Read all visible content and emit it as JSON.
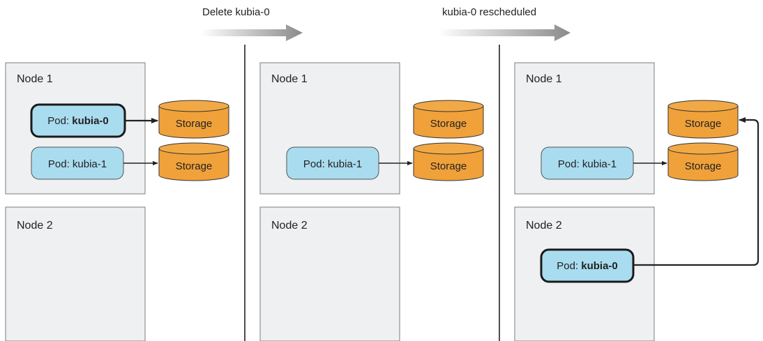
{
  "steps": {
    "step1": "Delete kubia-0",
    "step2": "kubia-0 rescheduled"
  },
  "nodes": {
    "node1": "Node 1",
    "node2": "Node 2"
  },
  "pod": {
    "prefix": "Pod:",
    "name0": "kubia-0",
    "name1": "kubia-1"
  },
  "storage": {
    "label": "Storage"
  },
  "colors": {
    "node_fill": "#eef0f2",
    "pod_fill": "#a9dcef",
    "storage_fill": "#f0a13a",
    "arrow_gradient_start": "#ffffff",
    "arrow_gradient_end": "#8a8a8a"
  }
}
